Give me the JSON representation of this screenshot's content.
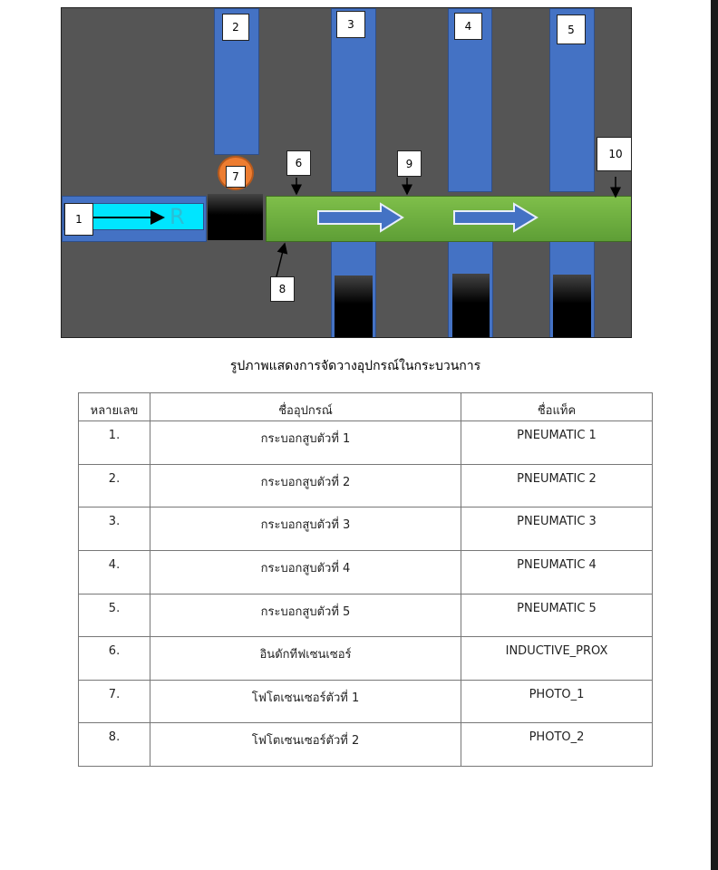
{
  "diagram": {
    "labels": [
      "1",
      "2",
      "3",
      "4",
      "5",
      "6",
      "7",
      "8",
      "9",
      "10"
    ],
    "reset_glyph": "R",
    "colors": {
      "background": "#555555",
      "cylinder": "#4472c4",
      "conveyor": "#70ad47",
      "feeder": "#00e5ff",
      "sensor": "#ed7d31",
      "block": "#000000"
    }
  },
  "caption": "รูปภาพแสดงการจัดวางอุปกรณ์ในกระบวนการ",
  "table": {
    "headers": [
      "หลายเลข",
      "ชื่ออุปกรณ์",
      "ชื่อแท็ค"
    ],
    "rows": [
      [
        "1.",
        "กระบอกสูบตัวที่ 1",
        "PNEUMATIC 1"
      ],
      [
        "2.",
        "กระบอกสูบตัวที่ 2",
        "PNEUMATIC 2"
      ],
      [
        "3.",
        "กระบอกสูบตัวที่ 3",
        "PNEUMATIC 3"
      ],
      [
        "4.",
        "กระบอกสูบตัวที่ 4",
        "PNEUMATIC 4"
      ],
      [
        "5.",
        "กระบอกสูบตัวที่ 5",
        "PNEUMATIC 5"
      ],
      [
        "6.",
        "อินดักทีฟเซนเซอร์",
        "INDUCTIVE_PROX"
      ],
      [
        "7.",
        "โฟโตเซนเซอร์ตัวที่ 1",
        "PHOTO_1"
      ],
      [
        "8.",
        "โฟโตเซนเซอร์ตัวที่ 2",
        "PHOTO_2"
      ]
    ]
  }
}
